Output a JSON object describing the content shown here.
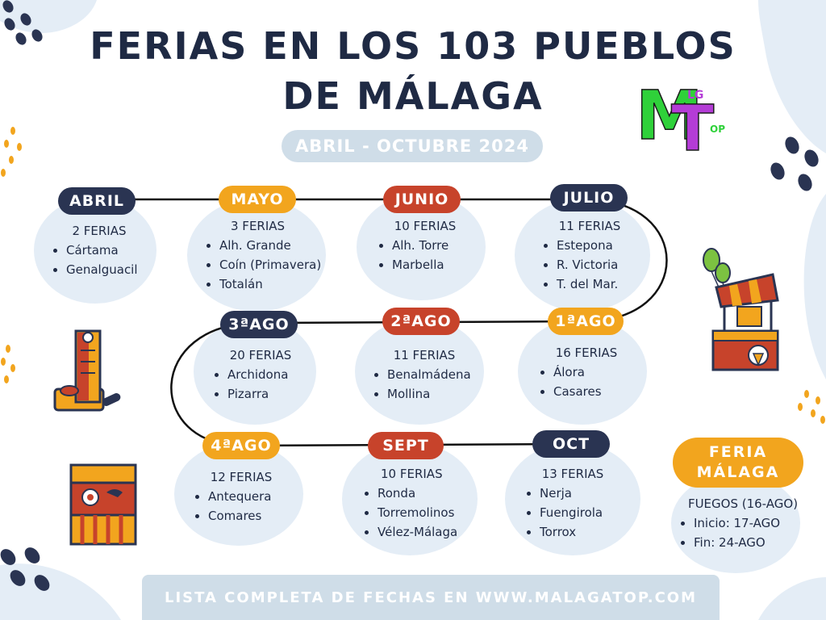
{
  "title_line1": "FERIAS EN LOS 103 PUEBLOS",
  "title_line2": "DE MÁLAGA",
  "subtitle": "ABRIL - OCTUBRE 2024",
  "logo": {
    "m": "M",
    "t": "T",
    "lg": "LG",
    "op": "OP",
    "m_color": "#2fd13a",
    "t_color": "#b43cd6"
  },
  "colors": {
    "navy": "#2a3452",
    "orange": "#f2a51e",
    "red": "#c7432b",
    "blob": "#e4edf6"
  },
  "months": [
    {
      "label": "ABRIL",
      "count": "2 FERIAS",
      "towns": [
        "Cártama",
        "Genalguacil"
      ]
    },
    {
      "label": "MAYO",
      "count": "3 FERIAS",
      "towns": [
        "Alh. Grande",
        "Coín (Primavera)",
        "Totalán"
      ]
    },
    {
      "label": "JUNIO",
      "count": "10 FERIAS",
      "towns": [
        "Alh. Torre",
        "Marbella"
      ]
    },
    {
      "label": "JULIO",
      "count": "11 FERIAS",
      "towns": [
        "Estepona",
        "R. Victoria",
        "T. del Mar."
      ]
    },
    {
      "label": "1ªAGO",
      "count": "16 FERIAS",
      "towns": [
        "Álora",
        "Casares"
      ]
    },
    {
      "label": "2ªAGO",
      "count": "11 FERIAS",
      "towns": [
        "Benalmádena",
        "Mollina"
      ]
    },
    {
      "label": "3ªAGO",
      "count": "20 FERIAS",
      "towns": [
        "Archidona",
        "Pizarra"
      ]
    },
    {
      "label": "4ªAGO",
      "count": "12 FERIAS",
      "towns": [
        "Antequera",
        "Comares"
      ]
    },
    {
      "label": "SEPT",
      "count": "10 FERIAS",
      "towns": [
        "Ronda",
        "Torremolinos",
        "Vélez-Málaga"
      ]
    },
    {
      "label": "OCT",
      "count": "13 FERIAS",
      "towns": [
        "Nerja",
        "Fuengirola",
        "Torrox"
      ]
    }
  ],
  "feria_malaga": {
    "line1": "FERIA",
    "line2": "MÁLAGA",
    "fuegos": "FUEGOS (16-AGO)",
    "items": [
      "Inicio: 17-AGO",
      "Fin: 24-AGO"
    ]
  },
  "footer": "LISTA COMPLETA DE FECHAS EN WWW.MALAGATOP.COM",
  "icons": [
    "strength-tester-icon",
    "shooting-gallery-icon",
    "carnival-stall-icon"
  ]
}
